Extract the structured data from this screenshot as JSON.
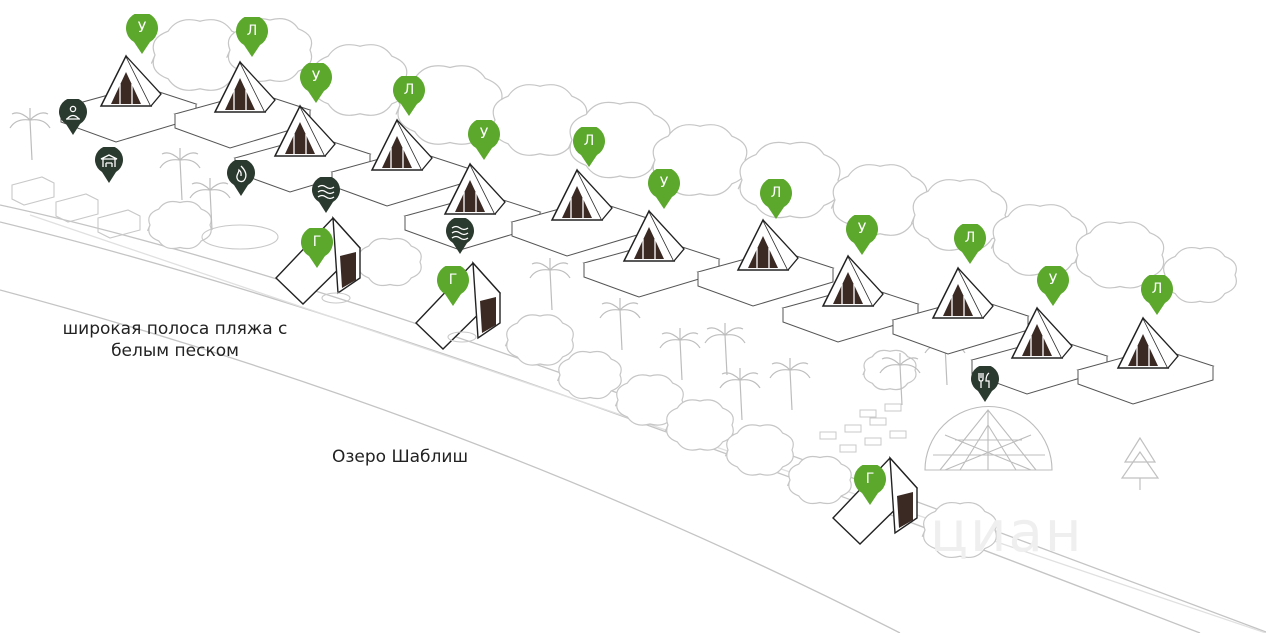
{
  "labels": {
    "beach": "широкая полоса пляжа с белым песком",
    "lake": "Озеро Шаблиш"
  },
  "watermark": "циан",
  "colors": {
    "pin_green": "#5ba82c",
    "amenity_dark": "#2b3a2f",
    "outline": "#b9b9b9",
    "house_dark": "#3b2a24"
  },
  "house_pins": [
    {
      "letter": "У"
    },
    {
      "letter": "Л"
    },
    {
      "letter": "У"
    },
    {
      "letter": "Л"
    },
    {
      "letter": "У"
    },
    {
      "letter": "Л"
    },
    {
      "letter": "У"
    },
    {
      "letter": "Л"
    },
    {
      "letter": "У"
    },
    {
      "letter": "Л"
    },
    {
      "letter": "У"
    },
    {
      "letter": "Л"
    },
    {
      "letter": "Г"
    },
    {
      "letter": "Г"
    },
    {
      "letter": "Г"
    }
  ],
  "amenities": [
    {
      "icon": "spa-icon"
    },
    {
      "icon": "gazebo-icon"
    },
    {
      "icon": "fire-icon"
    },
    {
      "icon": "water-icon"
    },
    {
      "icon": "water-icon"
    },
    {
      "icon": "restaurant-icon"
    }
  ]
}
